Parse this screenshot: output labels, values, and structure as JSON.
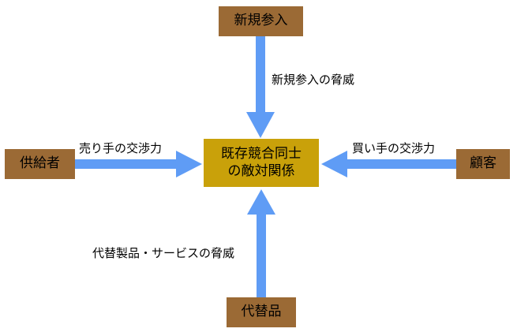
{
  "center": {
    "line1": "既存競合同士",
    "line2": "の敵対関係"
  },
  "nodes": {
    "top": "新規参入",
    "left": "供給者",
    "right": "顧客",
    "bottom": "代替品"
  },
  "labels": {
    "top": "新規参入の脅威",
    "left": "売り手の交渉力",
    "right": "買い手の交渉力",
    "bottom": "代替製品・サービスの脅威"
  },
  "colors": {
    "node": "#9b6a35",
    "center": "#c9a10a",
    "arrow": "#5f9cf5"
  }
}
